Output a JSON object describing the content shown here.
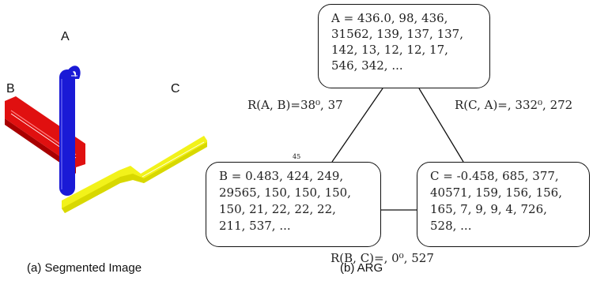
{
  "segmented_image": {
    "labels": {
      "a": "A",
      "b": "B",
      "c": "C"
    },
    "segment_colors": {
      "a": "#1a1ad6",
      "b": "#e01010",
      "c": "#f2f21a"
    }
  },
  "arg": {
    "nodes": {
      "a": {
        "lines": [
          "A = 436.0, 98, 436,",
          "31562, 139, 137, 137,",
          "142, 13, 12, 12, 17,",
          "546, 342, ..."
        ]
      },
      "b": {
        "lines": [
          "B = 0.483, 424, 249,",
          "29565, 150, 150, 150,",
          "150, 21, 22, 22, 22,",
          "211, 537, ..."
        ]
      },
      "c": {
        "lines": [
          "C = -0.458, 685, 377,",
          "40571, 159, 156, 156,",
          "165, 7, 9, 9, 4, 726,",
          "528, ..."
        ]
      }
    },
    "edges": {
      "ab": {
        "label": "R(A, B)=38⁰, 37"
      },
      "ca": {
        "label": "R(C, A)=, 332⁰, 272"
      },
      "bc": {
        "label": "R(B, C)=, 0⁰, 527"
      }
    },
    "small_mark": "45"
  },
  "captions": {
    "left": "(a) Segmented Image",
    "right": "(b) ARG"
  }
}
